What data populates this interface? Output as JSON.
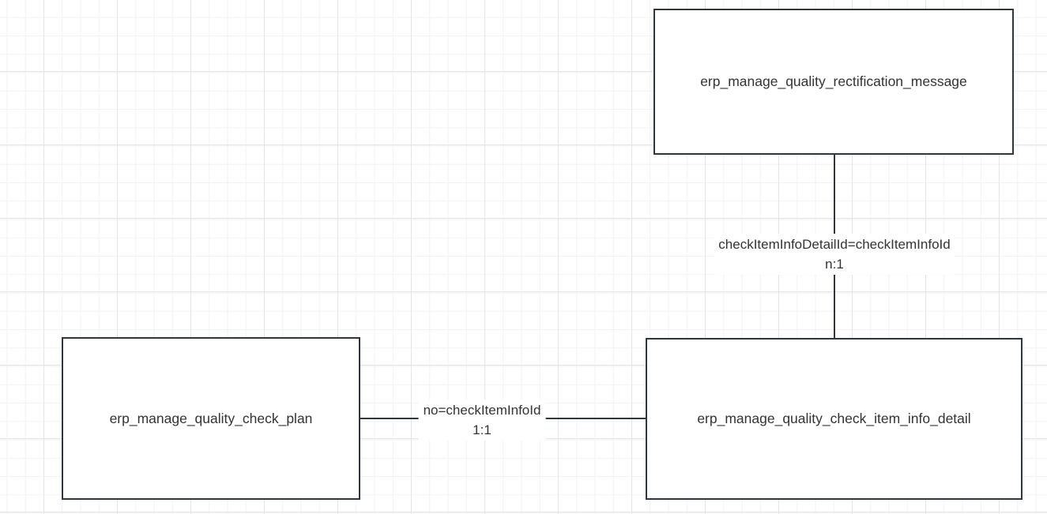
{
  "diagram": {
    "nodes": [
      {
        "id": "rectification_message",
        "label": "erp_manage_quality_rectification_message"
      },
      {
        "id": "check_plan",
        "label": "erp_manage_quality_check_plan"
      },
      {
        "id": "check_item_info_detail",
        "label": "erp_manage_quality_check_item_info_detail"
      }
    ],
    "edges": [
      {
        "from": "rectification_message",
        "to": "check_item_info_detail",
        "label": "checkItemInfoDetailId=checkItemInfoId",
        "cardinality": "n:1",
        "orientation": "vertical"
      },
      {
        "from": "check_plan",
        "to": "check_item_info_detail",
        "label": "no=checkItemInfoId",
        "cardinality": "1:1",
        "orientation": "horizontal"
      }
    ],
    "colors": {
      "node_border": "#2f363d",
      "edge_line": "#2f363d",
      "text": "#333333",
      "canvas_background": "#ffffff",
      "grid_minor": "#f2f2f2",
      "grid_major": "#e4e4e4"
    }
  }
}
